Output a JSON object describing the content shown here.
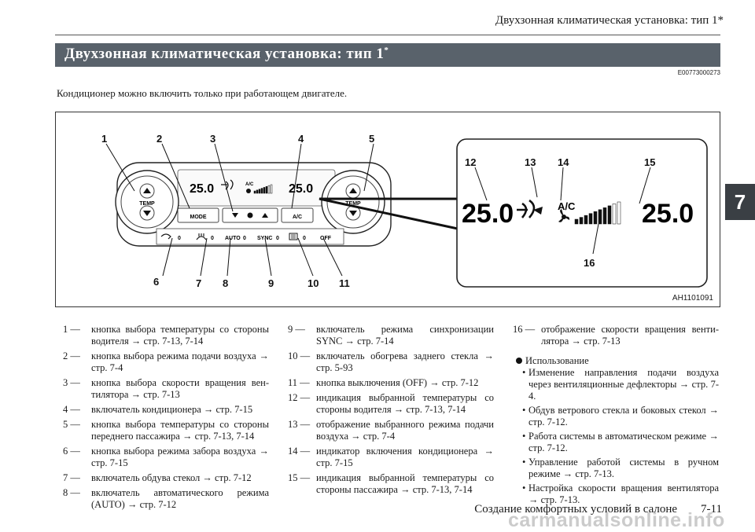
{
  "header": {
    "running_title": "Двухзонная климатическая установка: тип 1*"
  },
  "section": {
    "title": "Двухзонная климатическая установка: тип 1",
    "mark": "*",
    "code": "E00773000273"
  },
  "intro": "Кондиционер можно включить только при работающем двигателе.",
  "figure": {
    "code": "AH1101091",
    "callouts": [
      "1",
      "2",
      "3",
      "4",
      "5",
      "6",
      "7",
      "8",
      "9",
      "10",
      "11",
      "12",
      "13",
      "14",
      "15",
      "16"
    ],
    "labels": {
      "temp": "TEMP",
      "mode": "MODE",
      "ac": "A/C",
      "auto": "AUTO",
      "sync": "SYNC",
      "off": "OFF",
      "temp_display": "25.0",
      "off_lamp": "0"
    },
    "fan_level": 0.8
  },
  "legend_col1": [
    {
      "n": "1 —",
      "t": "кнопка выбора температуры со стороны водителя → стр. 7-13, 7-14"
    },
    {
      "n": "2 —",
      "t": "кнопка выбора режима подачи воздуха → стр. 7-4"
    },
    {
      "n": "3 —",
      "t": "кнопка выбора скорости вращения вен­тилятора → стр. 7-13"
    },
    {
      "n": "4 —",
      "t": "включатель кондиционера → стр. 7-15"
    },
    {
      "n": "5 —",
      "t": "кнопка выбора температуры со стороны переднего пассажира → стр. 7-13, 7-14"
    },
    {
      "n": "6 —",
      "t": "кнопка выбора режима забора воздуха → стр. 7-15"
    },
    {
      "n": "7 —",
      "t": "включатель обдува стекол → стр. 7-12"
    },
    {
      "n": "8 —",
      "t": "включатель автоматического режима (AUTO) → стр. 7-12"
    }
  ],
  "legend_col2": [
    {
      "n": "9 —",
      "t": "включатель режима синхронизации SYNC → стр. 7-14"
    },
    {
      "n": "10 —",
      "t": "включатель обогрева заднего стекла → стр. 5-93"
    },
    {
      "n": "11 —",
      "t": "кнопка выключения (OFF) → стр. 7-12"
    },
    {
      "n": "12 —",
      "t": "индикация выбранной температуры со стороны водителя → стр. 7-13, 7-14"
    },
    {
      "n": "13 —",
      "t": "отображение выбранного режима подачи воздуха → стр. 7-4"
    },
    {
      "n": "14 —",
      "t": "индикатор включения кондиционера → стр. 7-15"
    },
    {
      "n": "15 —",
      "t": "индикация выбранной температуры со стороны пассажира → стр. 7-13, 7-14"
    }
  ],
  "legend_col3": [
    {
      "n": "16 —",
      "t": "отображение скорости вращения венти­лятора → стр. 7-13"
    }
  ],
  "notes": {
    "title": "Использование",
    "items": [
      "Изменение направления подачи воздуха через вентиляционные дефлекторы → стр. 7-4.",
      "Обдув ветрового стекла и боковых стекол → стр. 7-12.",
      "Работа системы в автоматическом режиме → стр. 7-12.",
      "Управление работой системы в ручном режиме → стр. 7-13.",
      "Настройка скорости вращения вентилятора → стр. 7-13."
    ]
  },
  "chapter_tab": "7",
  "footer": {
    "title": "Создание комфортных условий в салоне",
    "page": "7-11"
  },
  "watermark": "carmanualsonline.info"
}
